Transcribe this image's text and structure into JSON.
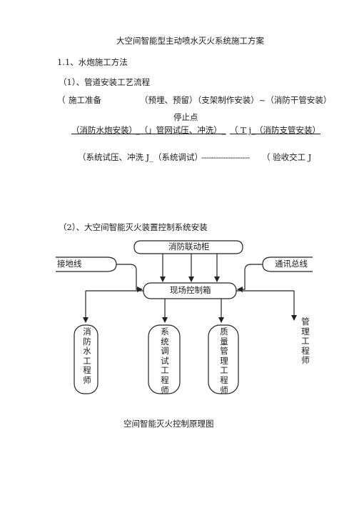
{
  "doc": {
    "title": "大空间智能型主动喷水灭火系统施工方案",
    "section": "1.1、水炮施工方法",
    "sub1": "（1）、管道安装工艺流程",
    "flow": {
      "line1_open": "（",
      "line1_step1": "施工准备",
      "line1_step2": "（预埋、预留）（支架制作安装）~（消防干管安装）",
      "stop_point": "停止点",
      "line3_a": "（消防水炮安装）",
      "line3_b": "_（」管网试压、冲洗）_",
      "line3_c": "（ T j_",
      "line3_d": "（消防支管安装）",
      "line4_a": "（系统试压、冲洗 J_（系统调试）",
      "line4_dashes": "--------------------",
      "line4_b": "（ 验收交工  J"
    },
    "sub2": "（2）、大空间智能灭火装置控制系统安装"
  },
  "diagram": {
    "top_box": "消防联动柜",
    "left_box": "接地线",
    "right_box": "通讯总线",
    "center_box": "现场控制箱",
    "nodes": [
      {
        "label": "消防水工程师"
      },
      {
        "label": "系统调试工程师"
      },
      {
        "label": "质量管理工程师"
      },
      {
        "label": "管理工程师"
      }
    ],
    "caption": "空间智能灭火控制原理图"
  }
}
